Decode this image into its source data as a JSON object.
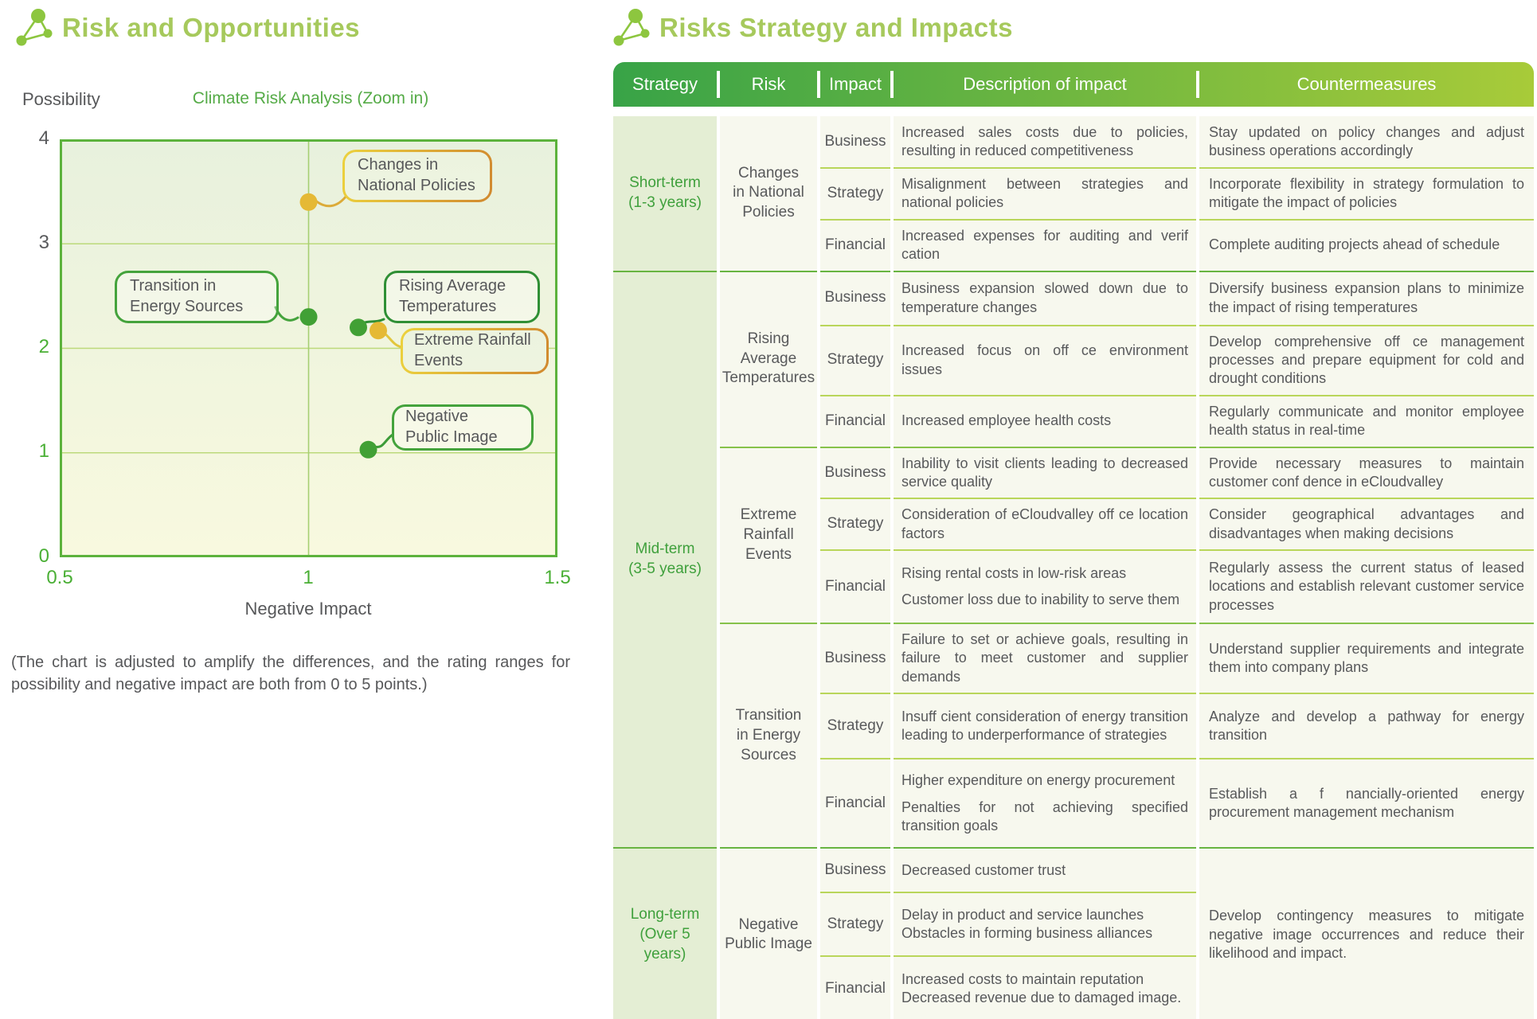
{
  "left": {
    "title": "Risk and Opportunities",
    "chart": {
      "ylabel": "Possibility",
      "title": "Climate Risk Analysis (Zoom in)",
      "xlabel": "Negative Impact",
      "y_ticks": [
        "4",
        "3",
        "2",
        "1",
        "0"
      ],
      "x_ticks": [
        "0.5",
        "1",
        "1.5"
      ],
      "callouts": {
        "policies": "Changes in\nNational Policies",
        "energy": "Transition in\nEnergy Sources",
        "temperatures": "Rising Average\nTemperatures",
        "rainfall": "Extreme Rainfall\nEvents",
        "image": "Negative\nPublic Image"
      }
    },
    "footnote": "(The chart is adjusted to amplify the differences, and the rating ranges for possibility and negative impact are both from 0 to 5 points.)"
  },
  "chart_data": {
    "type": "scatter",
    "title": "Climate Risk Analysis (Zoom in)",
    "xlabel": "Negative Impact",
    "ylabel": "Possibility",
    "xlim": [
      0.5,
      1.5
    ],
    "ylim": [
      0,
      4
    ],
    "grid": true,
    "points": [
      {
        "label": "Changes in National Policies",
        "x": 1.0,
        "y": 3.4,
        "color": "#e5b935"
      },
      {
        "label": "Transition in Energy Sources",
        "x": 1.0,
        "y": 2.3,
        "color": "#41a035"
      },
      {
        "label": "Rising Average Temperatures",
        "x": 1.1,
        "y": 2.2,
        "color": "#41a035"
      },
      {
        "label": "Extreme Rainfall Events",
        "x": 1.14,
        "y": 2.17,
        "color": "#e5b935"
      },
      {
        "label": "Negative Public Image",
        "x": 1.12,
        "y": 1.03,
        "color": "#41a035"
      }
    ]
  },
  "right": {
    "title": "Risks Strategy and Impacts",
    "table": {
      "headers": [
        "Strategy",
        "Risk",
        "Impact",
        "Description of impact",
        "Countermeasures"
      ],
      "sections": [
        {
          "period": "Short-term\n(1-3 years)",
          "groups": [
            {
              "risk": "Changes\nin National\nPolicies",
              "rows": [
                {
                  "impact": "Business",
                  "description": "Increased sales costs due to policies, resulting in reduced competitiveness",
                  "countermeasure": "Stay updated on policy changes and adjust business operations accordingly"
                },
                {
                  "impact": "Strategy",
                  "description": "Misalignment between strategies and national policies",
                  "countermeasure": "Incorporate flexibility in strategy formulation to mitigate the impact of policies"
                },
                {
                  "impact": "Financial",
                  "description": "Increased expenses for auditing and verif cation",
                  "countermeasure": "Complete auditing projects ahead of schedule"
                }
              ]
            }
          ]
        },
        {
          "period": "Mid-term\n(3-5 years)",
          "groups": [
            {
              "risk": "Rising\nAverage\nTemperatures",
              "rows": [
                {
                  "impact": "Business",
                  "description": "Business expansion slowed down due to temperature changes",
                  "countermeasure": "Diversify business expansion plans to minimize the impact of rising temperatures"
                },
                {
                  "impact": "Strategy",
                  "description": "Increased focus on off ce environment issues",
                  "countermeasure": "Develop comprehensive off ce management processes and prepare equipment for cold and drought conditions"
                },
                {
                  "impact": "Financial",
                  "description": "Increased employee health costs",
                  "countermeasure": "Regularly communicate and monitor employee health status in real-time"
                }
              ]
            },
            {
              "risk": "Extreme\nRainfall\nEvents",
              "rows": [
                {
                  "impact": "Business",
                  "description": "Inability to visit clients leading to decreased service quality",
                  "countermeasure": "Provide necessary measures to maintain customer conf dence in eCloudvalley"
                },
                {
                  "impact": "Strategy",
                  "description": "Consideration of eCloudvalley off ce location factors",
                  "countermeasure": "Consider geographical advantages and disadvantages when making decisions"
                },
                {
                  "impact": "Financial",
                  "description_lines": [
                    "Rising rental costs in low-risk areas",
                    "Customer loss due to inability to serve them"
                  ],
                  "countermeasure": "Regularly assess the current status of leased locations and establish relevant customer service processes"
                }
              ]
            },
            {
              "risk": "Transition\nin Energy\nSources",
              "rows": [
                {
                  "impact": "Business",
                  "description": "Failure to set or achieve goals, resulting in failure to meet customer and supplier demands",
                  "countermeasure": "Understand supplier requirements and integrate them into company plans"
                },
                {
                  "impact": "Strategy",
                  "description": "Insuff cient consideration of energy transition leading to underperformance of strategies",
                  "countermeasure": "Analyze and develop a pathway for energy transition"
                },
                {
                  "impact": "Financial",
                  "description_lines": [
                    "Higher expenditure on energy procurement",
                    "Penalties for not achieving specified transition goals"
                  ],
                  "countermeasure": "Establish a f nancially-oriented energy procurement management mechanism"
                }
              ]
            }
          ]
        },
        {
          "period": "Long-term\n(Over 5\nyears)",
          "groups": [
            {
              "risk": "Negative\nPublic Image",
              "countermeasure": "Develop contingency measures to mitigate negative image occurrences and reduce their likelihood and impact.",
              "rows": [
                {
                  "impact": "Business",
                  "description": "Decreased customer trust"
                },
                {
                  "impact": "Strategy",
                  "description_lines": [
                    "Delay in product and service launches",
                    "Obstacles in forming business alliances"
                  ]
                },
                {
                  "impact": "Financial",
                  "description_lines": [
                    "Increased costs to maintain reputation",
                    "Decreased revenue due to damaged image."
                  ]
                }
              ]
            }
          ]
        }
      ]
    }
  }
}
